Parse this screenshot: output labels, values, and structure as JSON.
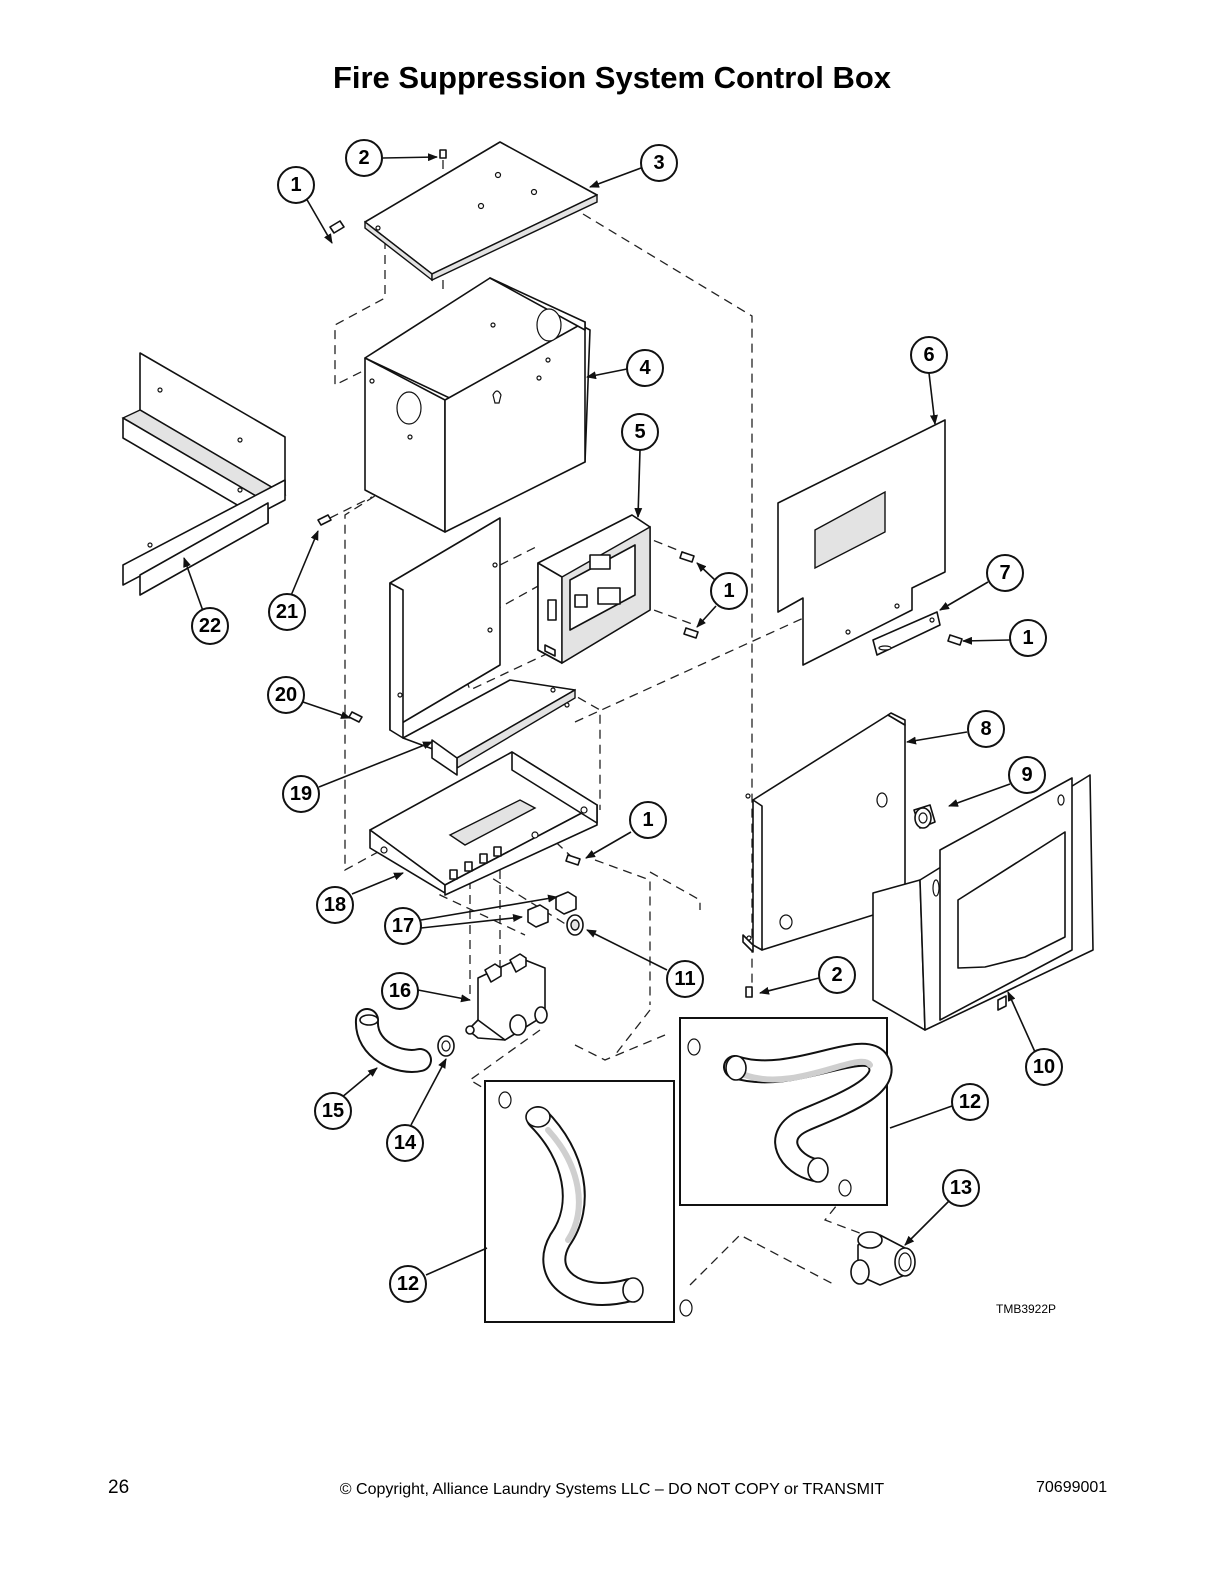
{
  "page": {
    "title": "Fire Suppression System Control Box",
    "page_number": "26",
    "copyright": "© Copyright, Alliance Laundry Systems LLC – DO NOT COPY or TRANSMIT",
    "document_number": "70699001"
  },
  "diagram": {
    "reference_code": "TMB3922P",
    "callouts": [
      "1",
      "2",
      "3",
      "1",
      "4",
      "5",
      "6",
      "1",
      "7",
      "1",
      "22",
      "21",
      "20",
      "19",
      "8",
      "9",
      "1",
      "18",
      "17",
      "11",
      "2",
      "16",
      "10",
      "15",
      "14",
      "12",
      "13",
      "12"
    ]
  }
}
